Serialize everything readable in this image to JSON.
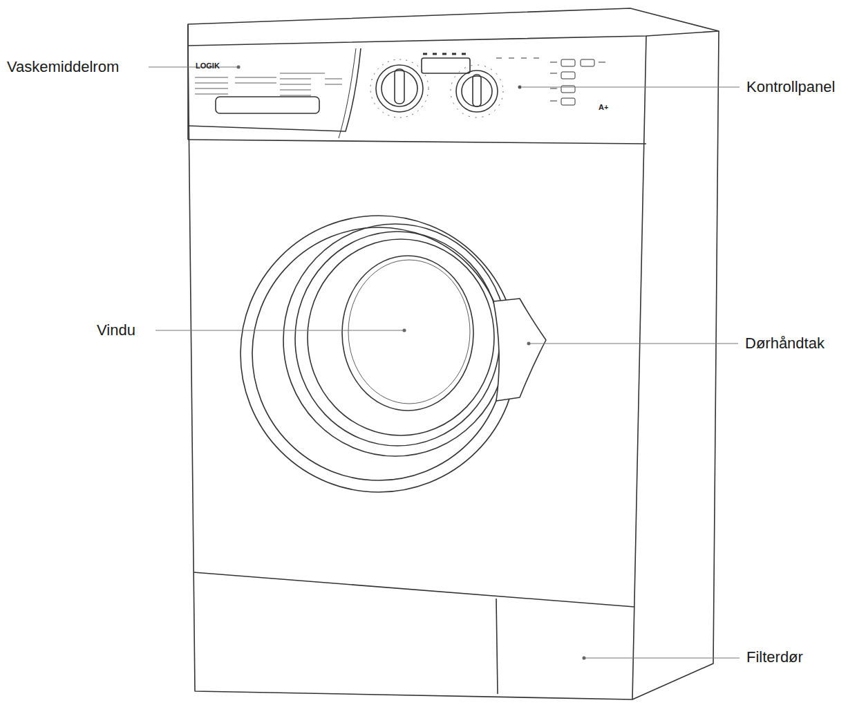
{
  "diagram": {
    "labels": [
      "Vaskemiddelrom",
      "Kontrollpanel",
      "Vindu",
      "Dørhåndtak",
      "Filterdør",
      "LOGIK",
      "A+"
    ]
  }
}
